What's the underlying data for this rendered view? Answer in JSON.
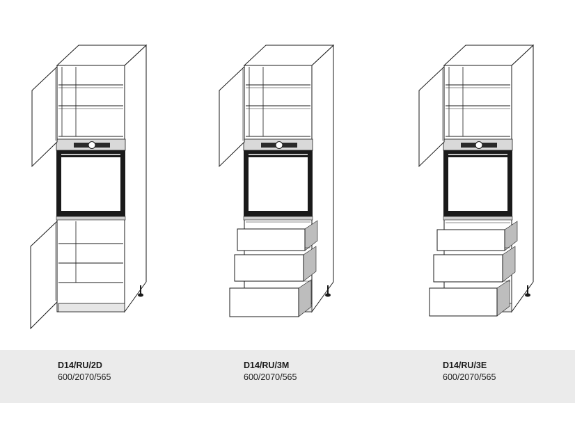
{
  "colors": {
    "line": "#1a1a1a",
    "oven_frame": "#1a1a1a",
    "oven_panel": "#888888",
    "control_display": "#2a2a2a",
    "drawer_runner": "#bdbdbd",
    "label_band": "#ebebeb"
  },
  "products": [
    {
      "code": "D14/RU/2D",
      "dimensions": "600/2070/565",
      "variant": "doors"
    },
    {
      "code": "D14/RU/3M",
      "dimensions": "600/2070/565",
      "variant": "drawers-three"
    },
    {
      "code": "D14/RU/3E",
      "dimensions": "600/2070/565",
      "variant": "drawers-three-inner"
    }
  ]
}
